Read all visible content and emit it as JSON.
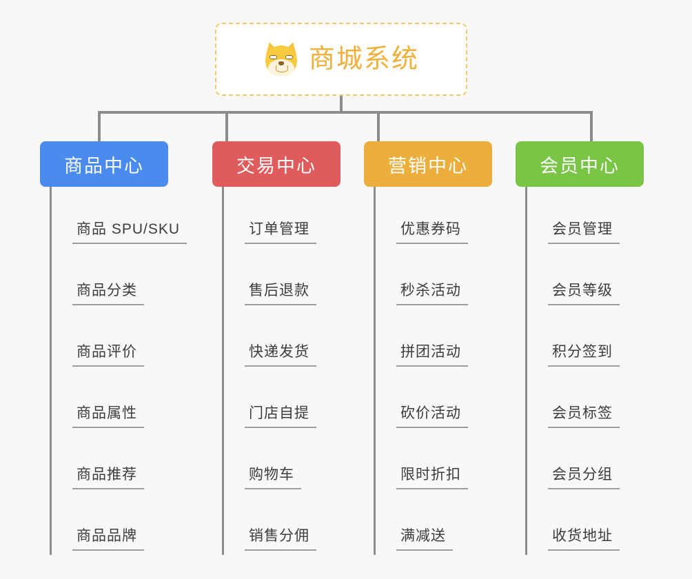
{
  "root": {
    "title": "商城系统",
    "icon": "shiba-dog-face-icon",
    "accent_color": "#f0b03c",
    "border_color": "#f3c76a",
    "background": "#ffffff"
  },
  "canvas": {
    "background": "#f8f8f8",
    "connector_color": "#8c8c8c"
  },
  "columns": [
    {
      "id": "product-center",
      "label": "商品中心",
      "color": "#4a8bf0",
      "items": [
        {
          "label": "商品 SPU/SKU"
        },
        {
          "label": "商品分类"
        },
        {
          "label": "商品评价"
        },
        {
          "label": "商品属性"
        },
        {
          "label": "商品推荐"
        },
        {
          "label": "商品品牌"
        }
      ]
    },
    {
      "id": "trade-center",
      "label": "交易中心",
      "color": "#e05c5c",
      "items": [
        {
          "label": "订单管理"
        },
        {
          "label": "售后退款"
        },
        {
          "label": "快递发货"
        },
        {
          "label": "门店自提"
        },
        {
          "label": "购物车"
        },
        {
          "label": "销售分佣"
        }
      ]
    },
    {
      "id": "marketing-center",
      "label": "营销中心",
      "color": "#ecae3c",
      "items": [
        {
          "label": "优惠券码"
        },
        {
          "label": "秒杀活动"
        },
        {
          "label": "拼团活动"
        },
        {
          "label": "砍价活动"
        },
        {
          "label": "限时折扣"
        },
        {
          "label": "满减送"
        }
      ]
    },
    {
      "id": "member-center",
      "label": "会员中心",
      "color": "#79c546",
      "items": [
        {
          "label": "会员管理"
        },
        {
          "label": "会员等级"
        },
        {
          "label": "积分签到"
        },
        {
          "label": "会员标签"
        },
        {
          "label": "会员分组"
        },
        {
          "label": "收货地址"
        }
      ]
    }
  ]
}
